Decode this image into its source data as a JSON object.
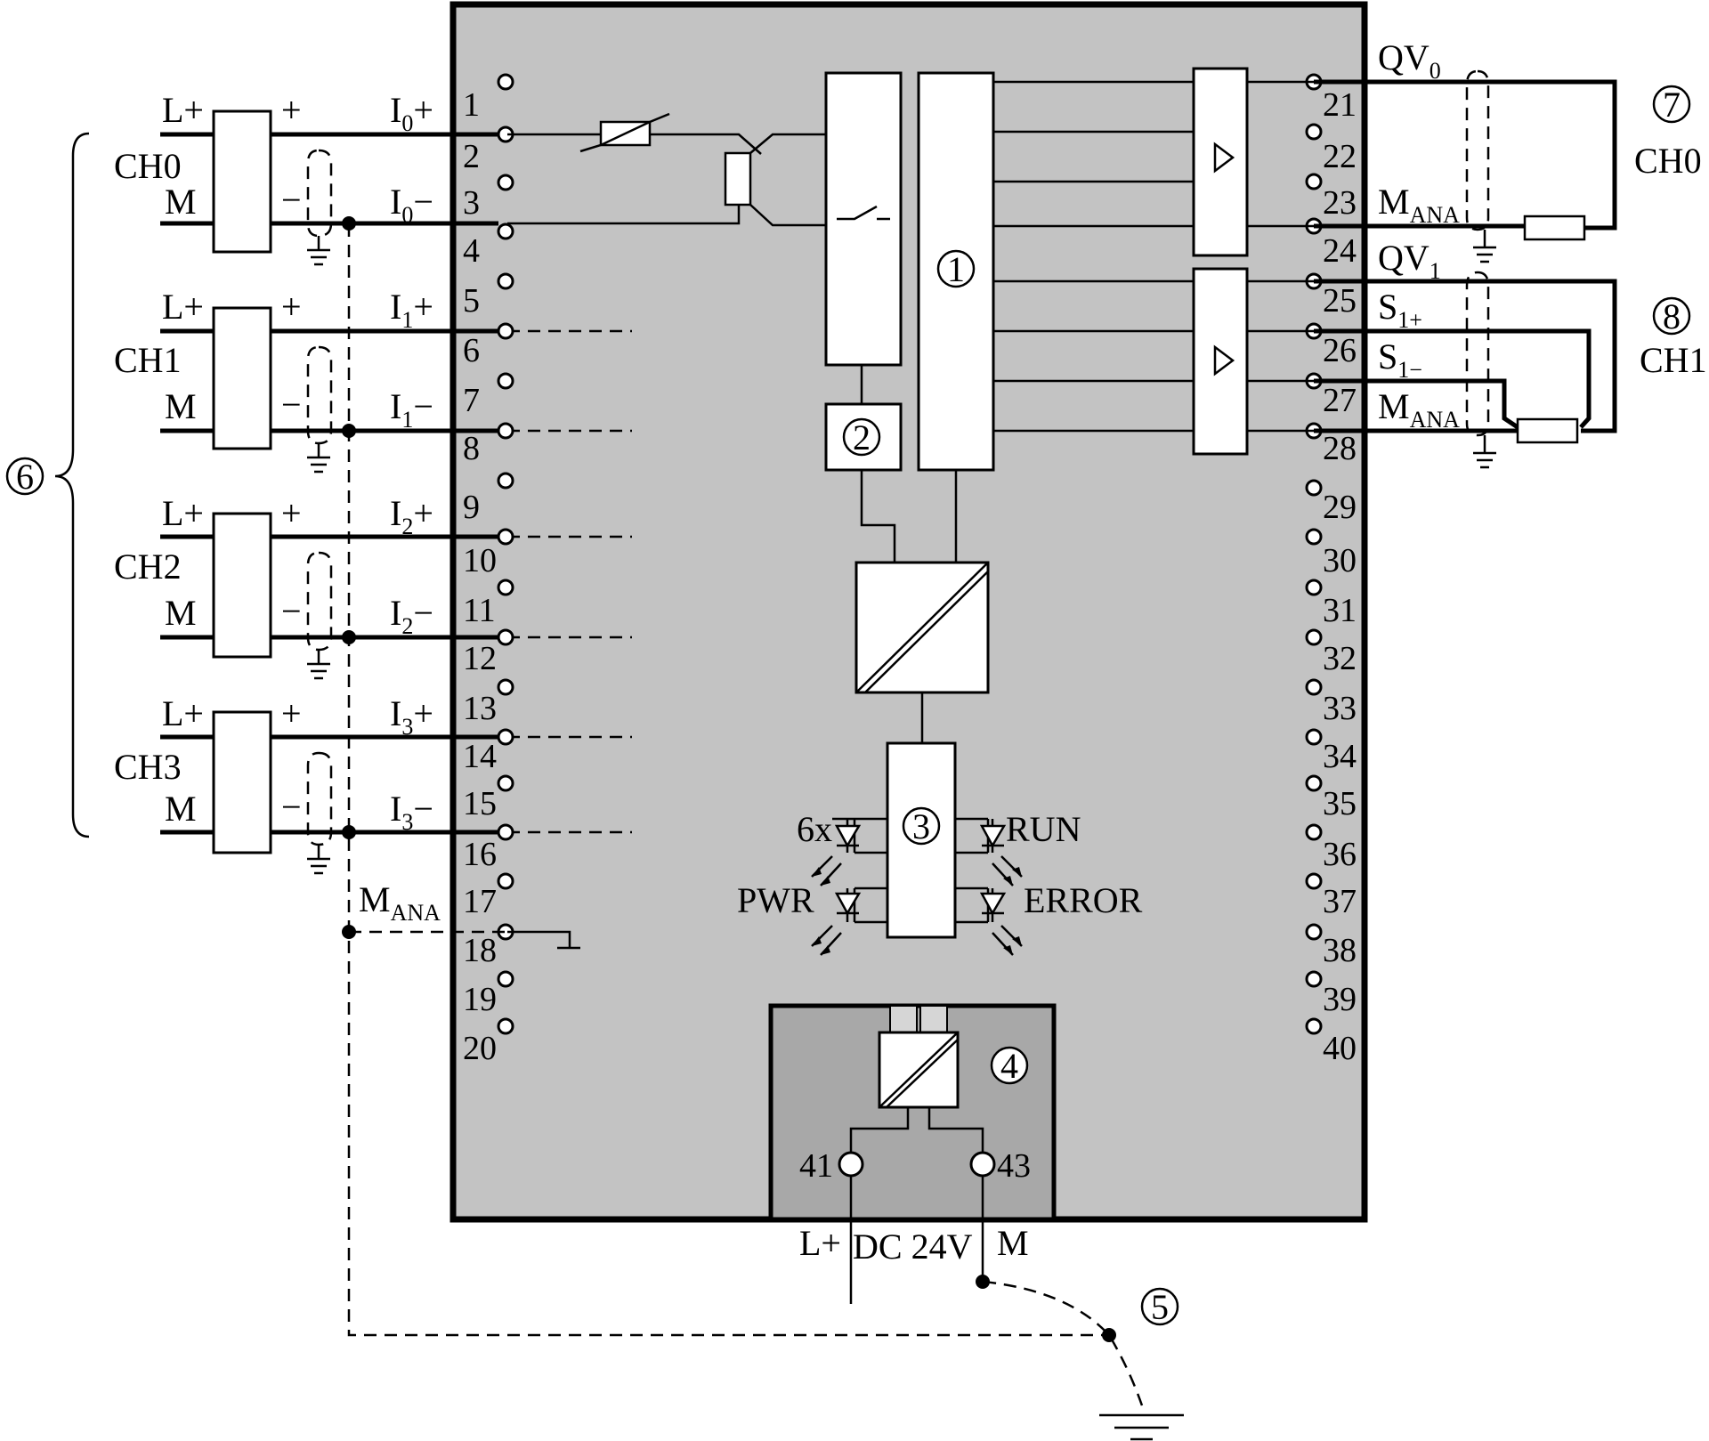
{
  "left_channels": [
    {
      "name": "CH0",
      "lplus": "L+",
      "m": "M",
      "plus": "+",
      "minus": "−",
      "in_plus": "I",
      "in_minus": "I",
      "sub": "0",
      "pos_sign": "+",
      "neg_sign": "−"
    },
    {
      "name": "CH1",
      "lplus": "L+",
      "m": "M",
      "plus": "+",
      "minus": "−",
      "in_plus": "I",
      "in_minus": "I",
      "sub": "1",
      "pos_sign": "+",
      "neg_sign": "−"
    },
    {
      "name": "CH2",
      "lplus": "L+",
      "m": "M",
      "plus": "+",
      "minus": "−",
      "in_plus": "I",
      "in_minus": "I",
      "sub": "2",
      "pos_sign": "+",
      "neg_sign": "−"
    },
    {
      "name": "CH3",
      "lplus": "L+",
      "m": "M",
      "plus": "+",
      "minus": "−",
      "in_plus": "I",
      "in_minus": "I",
      "sub": "3",
      "pos_sign": "+",
      "neg_sign": "−"
    }
  ],
  "left_pins": [
    "1",
    "2",
    "3",
    "4",
    "5",
    "6",
    "7",
    "8",
    "9",
    "10",
    "11",
    "12",
    "13",
    "14",
    "15",
    "16",
    "17",
    "18",
    "19",
    "20"
  ],
  "right_pins": [
    "21",
    "22",
    "23",
    "24",
    "25",
    "26",
    "27",
    "28",
    "29",
    "30",
    "31",
    "32",
    "33",
    "34",
    "35",
    "36",
    "37",
    "38",
    "39",
    "40"
  ],
  "mana_left": {
    "main": "M",
    "sub": "ANA"
  },
  "outputs": {
    "qv0": {
      "main": "QV",
      "sub": "0"
    },
    "mana0": {
      "main": "M",
      "sub": "ANA"
    },
    "qv1": {
      "main": "QV",
      "sub": "1"
    },
    "s1plus": {
      "main": "S",
      "sub": "1+"
    },
    "s1minus": {
      "main": "S",
      "sub": "1−"
    },
    "mana1": {
      "main": "M",
      "sub": "ANA"
    },
    "ch0": "CH0",
    "ch1": "CH1"
  },
  "callouts": {
    "c1": "1",
    "c2": "2",
    "c3": "3",
    "c4": "4",
    "c5": "5",
    "c6": "6",
    "c7": "7",
    "c8": "8"
  },
  "leds": {
    "sixx": "6x",
    "run": "RUN",
    "pwr": "PWR",
    "error": "ERROR"
  },
  "power": {
    "t41": "41",
    "t43": "43",
    "lplus": "L+",
    "dc": "DC 24V",
    "m": "M"
  },
  "colors": {
    "module": "#c3c3c3",
    "supply": "#a8a8a8"
  }
}
